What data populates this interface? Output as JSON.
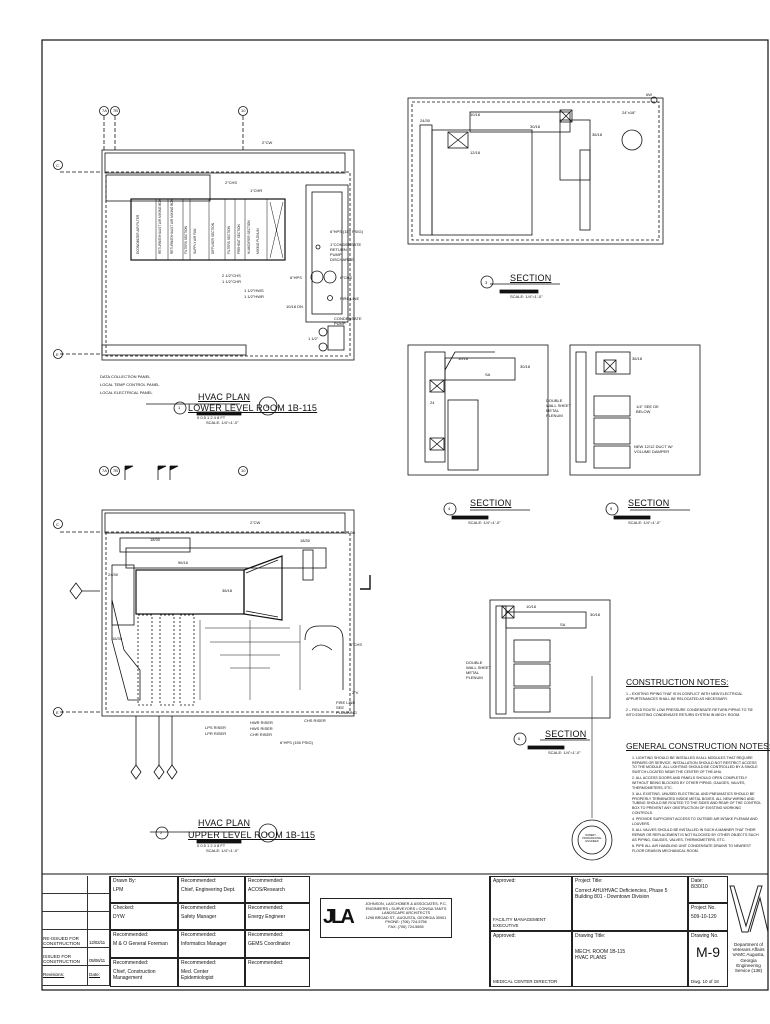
{
  "plans": {
    "lower": {
      "title1": "HVAC PLAN",
      "title2": "LOWER LEVEL ROOM 1B-115",
      "num": "1",
      "sheet": "M-9",
      "scale": "SCALE: 1/4\"=1'-0\"",
      "ticks": "0 0.5 1   2     4     8 FT",
      "north": "N",
      "equipment": [
        "ECONOMIZER AIR FILTER",
        "RETURN/EXHAUST AIR MIXING BOX",
        "RETURN/EXHAUST AIR MIXING BOX",
        "FILTERS SECTION",
        "SUPPLY AIR FAN",
        "DIFFUSER SECTION",
        "FILTERS SECTION",
        "PREHEAT SECTION",
        "HUMIDIFIER SECTION",
        "MIXING PLENUM"
      ],
      "labels": [
        "2\"CW",
        "2\"CHS",
        "1\"CHR",
        "6\"HPS (150 PSIG)",
        "1\"CONDENSATE RETURN PUMP DISCHARGE",
        "6\"HPS",
        "6\"CHS",
        "FIRE LINE",
        "10/18 DN",
        "CONDENSATE PUMP",
        "1 1/2\"",
        "2 1/2\"CHS",
        "1 1/2\"CHR",
        "1 1/2\"HWS",
        "1 1/2\"HWR",
        "DATA COLLECTION PANEL",
        "LOCAL TEMP CONTROL PANEL",
        "LOCAL ELECTRICAL PANEL"
      ],
      "grid": [
        "7A",
        "7B",
        "10",
        "C",
        "E"
      ]
    },
    "upper": {
      "title1": "HVAC PLAN",
      "title2": "UPPER LEVEL ROOM 1B-115",
      "num": "2",
      "sheet": "M-9",
      "scale": "SCALE: 1/4\"=1'-0\"",
      "ticks": "0 0.5 1   2     4     8 FT",
      "north": "N",
      "labels": [
        "18/30",
        "24/30",
        "96/16",
        "18/30",
        "36/18",
        "16/30",
        "24/30",
        "2\"CW",
        "HWR RISER",
        "HWS RISER",
        "CHR RISER",
        "6\"HPS (150 PSIG)",
        "FIRE LINE SEE PLUMBING",
        "LPS RISER",
        "LPR RISER",
        "CHS RISER",
        "6\"CHS",
        "2\"V"
      ],
      "grid": [
        "7A",
        "7B",
        "10",
        "C",
        "E"
      ]
    }
  },
  "sections": [
    {
      "num": "3",
      "sheet": "M-9",
      "title": "SECTION",
      "scale": "SCALE: 1/4\"=1'-0\"",
      "labels": [
        "10/18",
        "30/18",
        "36/18",
        "12/18",
        "24/30",
        "24\"x18\"",
        "#W"
      ]
    },
    {
      "num": "4",
      "sheet": "M-9",
      "title": "SECTION",
      "scale": "SCALE: 1/4\"=1'-0\"",
      "labels": [
        "10/18",
        "30/18",
        "24",
        "SA"
      ]
    },
    {
      "num": "5",
      "sheet": "M-9",
      "title": "SECTION",
      "scale": "SCALE: 1/4\"=1'-0\"",
      "labels": [
        "36/18",
        "DOUBLE WALL SHEET METAL PLENUM",
        "1/4\" SEE DE BELOW",
        "NEW 12/12 DUCT W/ VOLUME DAMPER"
      ]
    },
    {
      "num": "6",
      "sheet": "M-9",
      "title": "SECTION",
      "scale": "SCALE: 1/4\"=1'-0\"",
      "labels": [
        "10/18",
        "30/18",
        "DOUBLE WALL SHEET METAL PLENUM",
        "SA"
      ]
    }
  ],
  "construction_notes": {
    "title": "CONSTRUCTION NOTES:",
    "items": [
      {
        "n": "1",
        "text": "EXISTING PIPING THAT IS IN CONFLICT WITH NEW ELECTRICAL APPURTENANCES SHALL BE RELOCATED AS NECESSARY."
      },
      {
        "n": "2",
        "text": "FIELD ROUTE LOW PRESSURE CONDENSATE RETURN PIPING TO TIE INTO EXISTING CONDENSATE RETURN SYSTEM IN MECH. ROOM."
      }
    ]
  },
  "general_notes": {
    "title": "GENERAL CONSTRUCTION NOTES:",
    "items": [
      "1. LIGHTING SHOULD BE INSTALLED IN ALL MODULES THAT REQUIRE REPAIRS OR SERVICE. INSTALLATION SHOULD NOT RESTRICT ACCESS TO THE MODULE. ALL LIGHTING SHOULD BE CONTROLLED BY A SINGLE SWITCH LOCATED NEAR THE CENTER OF THE AHU.",
      "2. ALL ACCESS DOORS AND PANELS SHOULD OPEN COMPLETELY WITHOUT BEING BLOCKED BY OTHER PIPING, GAUGES, VALVES, THERMOMETERS, ETC.",
      "3. ALL EXISTING, UNUSED ELECTRICAL AND PNEUMATICS SHOULD BE PROPERLY TERMINATED INSIDE METAL BOXES. ALL NEW WIRING AND TUBING SHOULD BE ROUTED TO THE SIDES AND REAR OF THE CONTROL BOX TO PREVENT ANY OBSTRUCTION OF EXISTING WORKING CONTROLS.",
      "4. PROVIDE SUFFICIENT ACCESS TO OUTSIDE AIR INTAKE PLENUM AND LOUVERS.",
      "5. ALL VALVES SHOULD BE INSTALLED IN SUCH A MANNER THAT THEIR REPAIR OR REPLACEMENT IS NOT BLOCKED BY OTHER OBJECTS SUCH AS PIPING, GAUGES, VALVES, THERMOMETERS, ETC.",
      "6. PIPE ALL AIR HANDLING UNIT CONDENSATE DRAINS TO NEAREST FLOOR DRAIN IN MECHANICAL ROOM."
    ]
  },
  "seal": {
    "text": "ROBERT ... PROFESSIONAL ENGINEER"
  },
  "title_block": {
    "revisions": [
      {
        "desc": "RE-ISSUED FOR CONSTRUCTION",
        "date": "12/02/11"
      },
      {
        "desc": "ISSUED FOR CONSTRUCTION",
        "date": "05/06/11"
      }
    ],
    "revisions_label": "Revisions:",
    "date_label": "Date:",
    "signoffs": [
      [
        {
          "label": "Drawn By:",
          "value": "LPM"
        },
        {
          "label": "Checked:",
          "value": "DYW"
        },
        {
          "label": "Recommended:",
          "value": "M & O General Foreman"
        },
        {
          "label": "Recommended:",
          "value": "Chief, Construction Management"
        }
      ],
      [
        {
          "label": "Recommended:",
          "value": "Chief, Engineering Dept."
        },
        {
          "label": "Recommended:",
          "value": "Safety Manager"
        },
        {
          "label": "Recommended:",
          "value": "Informatics Manager"
        },
        {
          "label": "Recommended:",
          "value": "Med. Center Epidemiologist"
        }
      ],
      [
        {
          "label": "Recommended:",
          "value": "ACOS/Research"
        },
        {
          "label": "Recommended:",
          "value": "Energy Engineer"
        },
        {
          "label": "Recommended:",
          "value": "GEMS Coordinator"
        },
        {
          "label": "Recommended:",
          "value": ""
        }
      ]
    ],
    "firm": {
      "logo": "JLA",
      "name": "JOHNSON, LASCHOBER & ASSOCIATES, P.C.",
      "line1": "ENGINEERS • SURVEYORS • CONSULTANTS",
      "line2": "LANDSCAPE ARCHITECTS",
      "line3": "1296 BROAD ST., AUGUSTA, GEORGIA 30901",
      "line4": "PHONE: (706) 724-5756",
      "line5": "FAX: (706) 724-5655"
    },
    "approved1": {
      "label": "Approved:",
      "value": "FACILITY MANAGEMENT EXECUTIVE"
    },
    "approved2": {
      "label": "Approved:",
      "value": "MEDICAL CENTER DIRECTOR"
    },
    "project_title_label": "Project Title:",
    "project_title": "Correct AHU/HVAC Deficiencies, Phase 5",
    "project_title2": "Building 801 - Downtown Division",
    "drawing_title_label": "Drawing Title:",
    "drawing_title": "MECH. ROOM 1B-115",
    "drawing_title2": "HVAC PLANS",
    "date_label2": "Date:",
    "date": "8/30/10",
    "project_no_label": "Project No.",
    "project_no": "509-10-120",
    "drawing_no_label": "Drawing No.",
    "drawing_no": "M-9",
    "dwg_count": "Dwg. 10 of 18",
    "va": {
      "logo": "VA",
      "line1": "Department of Veterans Affairs",
      "line2": "VAMC Augusta, Georgia",
      "line3": "Engineering Service (138)"
    }
  }
}
